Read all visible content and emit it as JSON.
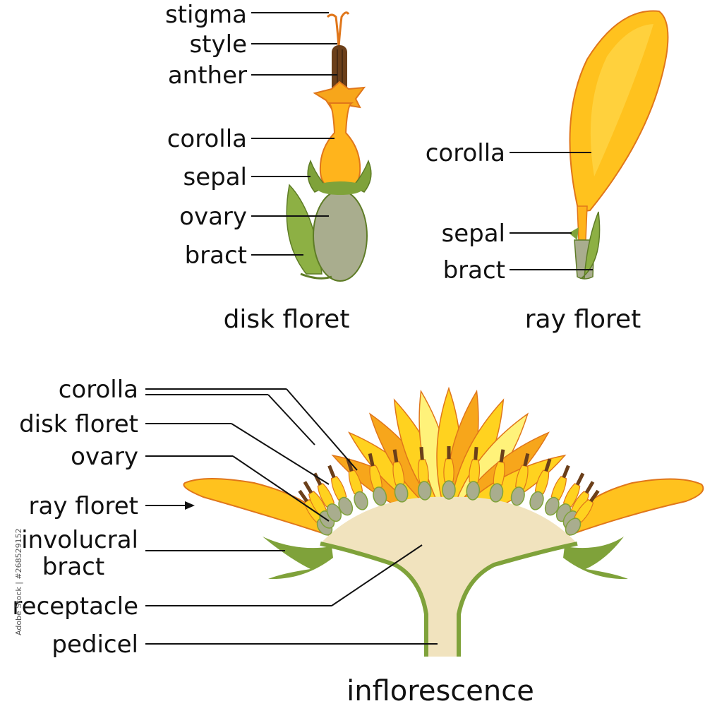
{
  "colors": {
    "petal_orange": "#F7A61B",
    "petal_yellow": "#FFD21F",
    "petal_light": "#FFF27A",
    "receptacle": "#F1E3BE",
    "green": "#7FA23A",
    "ovary": "#A9AD8E",
    "anther": "#6B3F1A",
    "outline": "#E0761A"
  },
  "disk_floret": {
    "caption": "disk floret",
    "labels": {
      "stigma": "stigma",
      "style": "style",
      "anther": "anther",
      "corolla": "corolla",
      "sepal": "sepal",
      "ovary": "ovary",
      "bract": "bract"
    }
  },
  "ray_floret": {
    "caption": "ray floret",
    "labels": {
      "corolla": "corolla",
      "sepal": "sepal",
      "bract": "bract"
    }
  },
  "inflorescence": {
    "caption": "inflorescence",
    "labels": {
      "corolla": "corolla",
      "disk_floret": "disk floret",
      "ovary": "ovary",
      "ray_floret": "ray floret",
      "involucral_line1": "involucral",
      "involucral_line2": "bract",
      "receptacle": "receptacle",
      "pedicel": "pedicel"
    }
  },
  "watermark": "Adobe Stock | #268529152"
}
